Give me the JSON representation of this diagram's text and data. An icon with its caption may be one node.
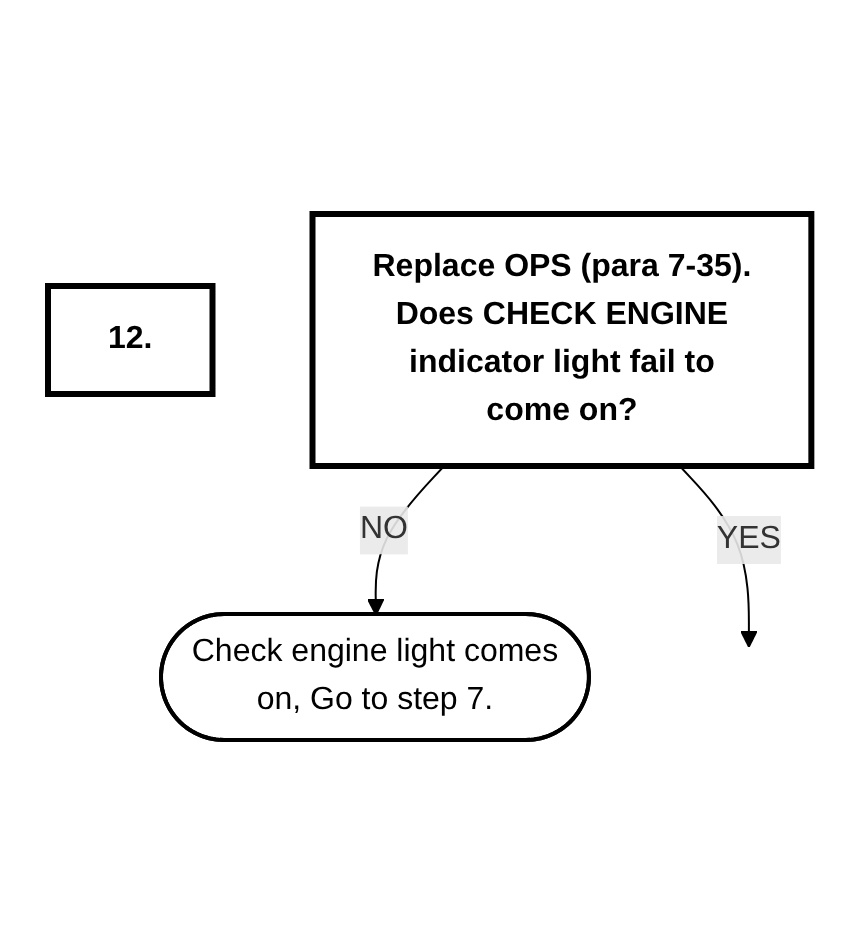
{
  "diagram": {
    "nodes": [
      {
        "text": [
          "12."
        ]
      },
      {
        "text": [
          "Replace OPS (para 7-35). Does CHECK ENGINE indicator light fail to come on?"
        ]
      },
      {
        "text": [
          "Check engine light comes on, Go to step 7."
        ]
      }
    ],
    "edges": [
      {
        "from": 1,
        "to": 2,
        "arrow": "to",
        "label": "NO"
      },
      {
        "from": 1,
        "to": null,
        "arrow": "to",
        "label": "YES"
      }
    ]
  }
}
